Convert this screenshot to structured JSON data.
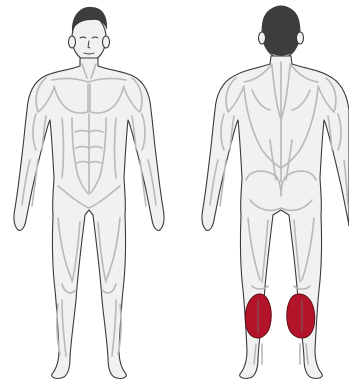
{
  "colors": {
    "background": "#ffffff",
    "body_fill": "#f1f1f1",
    "outline": "#3a3a3a",
    "muscle_lines": "#b9b9b9",
    "hair": "#3d3d3d",
    "highlight": "#b3142a"
  },
  "figures": [
    {
      "view": "front",
      "highlighted_muscles": []
    },
    {
      "view": "back",
      "highlighted_muscles": [
        "calves"
      ]
    }
  ]
}
